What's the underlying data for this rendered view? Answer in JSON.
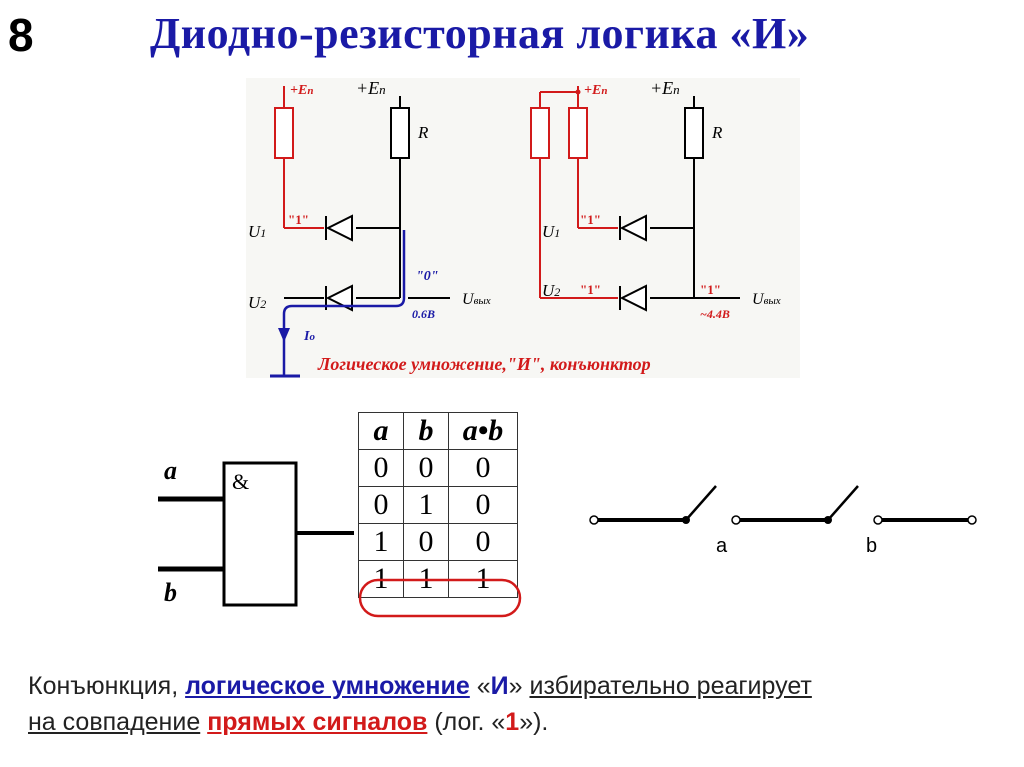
{
  "slide_number": "8",
  "title": "Диодно-резисторная логика «И»",
  "circuit": {
    "supply_label": "+E",
    "supply_sub": "п",
    "resistor_label": "R",
    "input1_label": "U",
    "input1_sub": "1",
    "input2_label": "U",
    "input2_sub": "2",
    "output_label": "U",
    "output_sub": "вых",
    "logic_one": "\"1\"",
    "logic_zero": "\"0\"",
    "left_voltage": "0.6B",
    "right_voltage": "~4.4B",
    "current_label": "I",
    "current_sub": "o",
    "caption": "Логическое умножение,\"И\", конъюнктор"
  },
  "gate": {
    "symbol": "&",
    "input_a": "a",
    "input_b": "b"
  },
  "truth_table": {
    "headers": [
      "a",
      "b",
      "a•b"
    ],
    "rows": [
      [
        "0",
        "0",
        "0"
      ],
      [
        "0",
        "1",
        "0"
      ],
      [
        "1",
        "0",
        "0"
      ],
      [
        "1",
        "1",
        "1"
      ]
    ],
    "highlight_color": "#d21a1a"
  },
  "switches": {
    "label_a": "a",
    "label_b": "b"
  },
  "description": {
    "p1": "Конъюнкция, ",
    "p2": "логическое умножение",
    "p3": " «",
    "p4": "И",
    "p5": "» ",
    "p6": "избирательно реагирует",
    "p7": "на совпадение",
    "p8": " ",
    "p9": "прямых сигналов",
    "p10": " (лог. «",
    "p11": "1",
    "p12": "»)."
  },
  "colors": {
    "title": "#1a1aa6",
    "accent_red": "#d21a1a",
    "accent_blue": "#1a1aa6"
  }
}
